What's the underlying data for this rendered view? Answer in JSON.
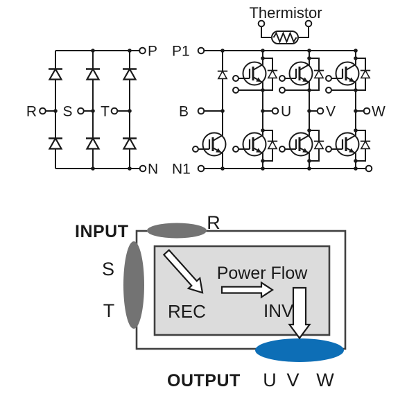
{
  "schematic": {
    "rectifier": {
      "input_terminals": {
        "r": "R",
        "s": "S",
        "t": "T"
      },
      "dc_terminals": {
        "p": "P",
        "n": "N"
      }
    },
    "inverter": {
      "thermistor_label": "Thermistor",
      "dc_terminals": {
        "p1": "P1",
        "b": "B",
        "n1": "N1"
      },
      "output_terminals": {
        "u": "U",
        "v": "V",
        "w": "W"
      }
    }
  },
  "block_diagram": {
    "input_label": "INPUT",
    "output_label": "OUTPUT",
    "power_flow_label": "Power Flow",
    "rectifier_label": "REC",
    "inverter_label": "INV",
    "input_phases": {
      "r": "R",
      "s": "S",
      "t": "T"
    },
    "output_phases": {
      "u": "U",
      "v": "V",
      "w": "W"
    },
    "colors": {
      "input_gray": "#737373",
      "input_text_gray": "#6e6e6e",
      "output_blue": "#0d6eb6",
      "output_text_blue": "#1173b8",
      "box_border": "#404040",
      "inner_box_fill": "#dcdcdc"
    }
  }
}
